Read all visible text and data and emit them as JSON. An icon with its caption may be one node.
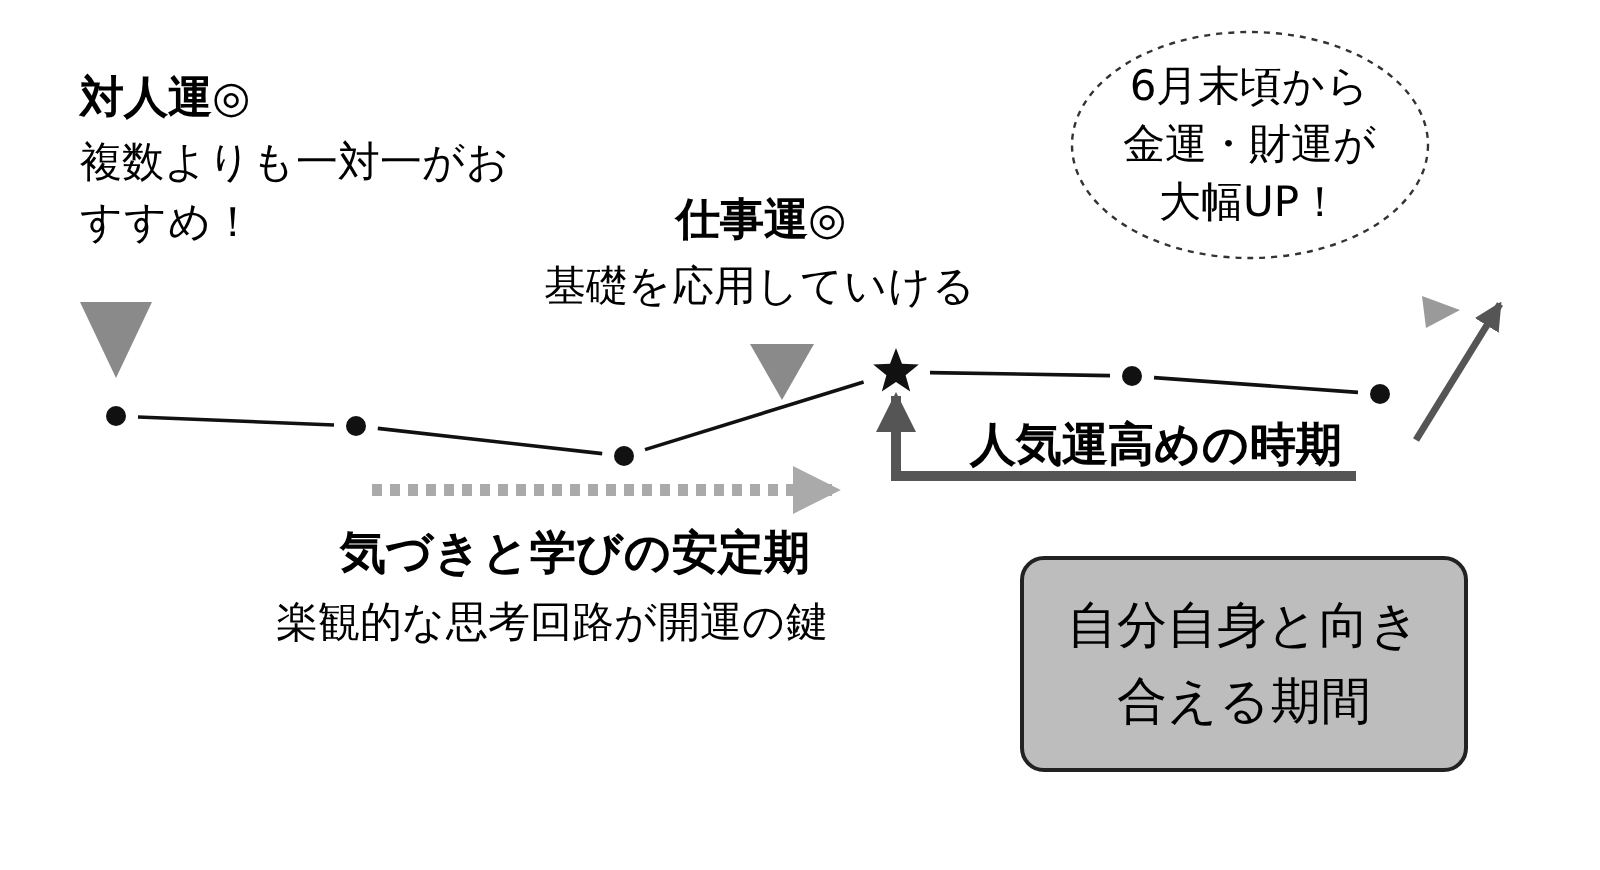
{
  "diagram": {
    "nodes": [
      {
        "text": [],
        "shape": "circle"
      },
      {
        "text": [],
        "shape": "circle"
      },
      {
        "text": [],
        "shape": "circle"
      },
      {
        "text": [],
        "shape": "star"
      },
      {
        "text": [],
        "shape": "circle"
      },
      {
        "text": [],
        "shape": "circle"
      },
      {
        "text": [
          "人気運高めの時期"
        ]
      },
      {
        "text": [
          "6月末頃から金運・財運が大幅UP！"
        ]
      },
      {
        "text": [
          "自分自身と向き合える期間"
        ]
      }
    ],
    "edges": [
      {
        "from": 0,
        "to": 1,
        "arrow": "none"
      },
      {
        "from": 1,
        "to": 2,
        "arrow": "none"
      },
      {
        "from": 2,
        "to": 3,
        "arrow": "none"
      },
      {
        "from": 3,
        "to": 4,
        "arrow": "none"
      },
      {
        "from": 4,
        "to": 5,
        "arrow": "none"
      },
      {
        "from": 6,
        "to": 3,
        "arrow": "to",
        "style": "thick",
        "color": "#555555"
      }
    ],
    "labels": [
      "対人運◎",
      "複数よりも一対一がおすすめ！",
      "仕事運◎",
      "基礎を応用していける",
      "気づきと学びの安定期",
      "楽観的な思考回路が開運の鍵"
    ]
  }
}
